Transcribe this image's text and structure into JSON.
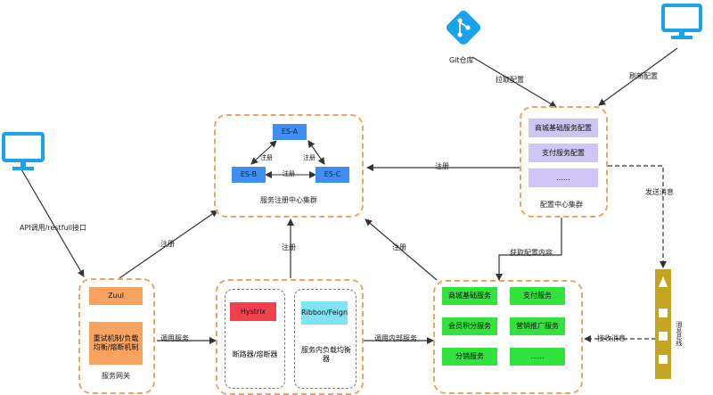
{
  "git": {
    "label": "Git仓库"
  },
  "edges": {
    "pull_config": "拉取配置",
    "refresh_config": "刷新配置",
    "api_call": "API调用/restfull接口",
    "register_gateway": "注册",
    "register_middle": "注册",
    "register_services": "注册",
    "register_config": "注册",
    "call_service": "调用服务",
    "call_internal": "调用内部服务",
    "fetch_config": "获取配置内容",
    "send_message": "发送消息",
    "receive_message": "接收消息"
  },
  "registry": {
    "label": "服务注册中心集群",
    "nodes": [
      "ES-A",
      "ES-B",
      "ES-C"
    ],
    "edge_ab": "注册",
    "edge_ac": "注册",
    "edge_bc": "注册"
  },
  "config_center": {
    "label": "配置中心集群",
    "items": [
      "商城基础服务配置",
      "支付服务配置",
      "......"
    ]
  },
  "gateway": {
    "zuul": "Zuul",
    "features": "重试机制/负载均衡/熔断机制",
    "label": "服务网关"
  },
  "middle": {
    "hystrix": "Hystrix",
    "hystrix_desc": "断路器/熔断器",
    "ribbon": "Ribbon/Feign",
    "ribbon_desc": "服务内负载均衡器"
  },
  "services": {
    "items": [
      "商城基础服务",
      "支付服务",
      "会员积分服务",
      "营销推广服务",
      "分销服务",
      "......"
    ]
  },
  "message_bus": {
    "label": "消息总线"
  },
  "colors": {
    "accent_blue": "#1aa3ea",
    "es_blue": "#3f8ff2",
    "dashed_orange": "#f2a25a",
    "config_purple": "#cfc6f5",
    "service_green": "#33e33d",
    "gateway_orange": "#f8a25f",
    "hystrix_red": "#f4404d",
    "ribbon_cyan": "#7fe3f3",
    "bus_olive": "#c4a420"
  }
}
